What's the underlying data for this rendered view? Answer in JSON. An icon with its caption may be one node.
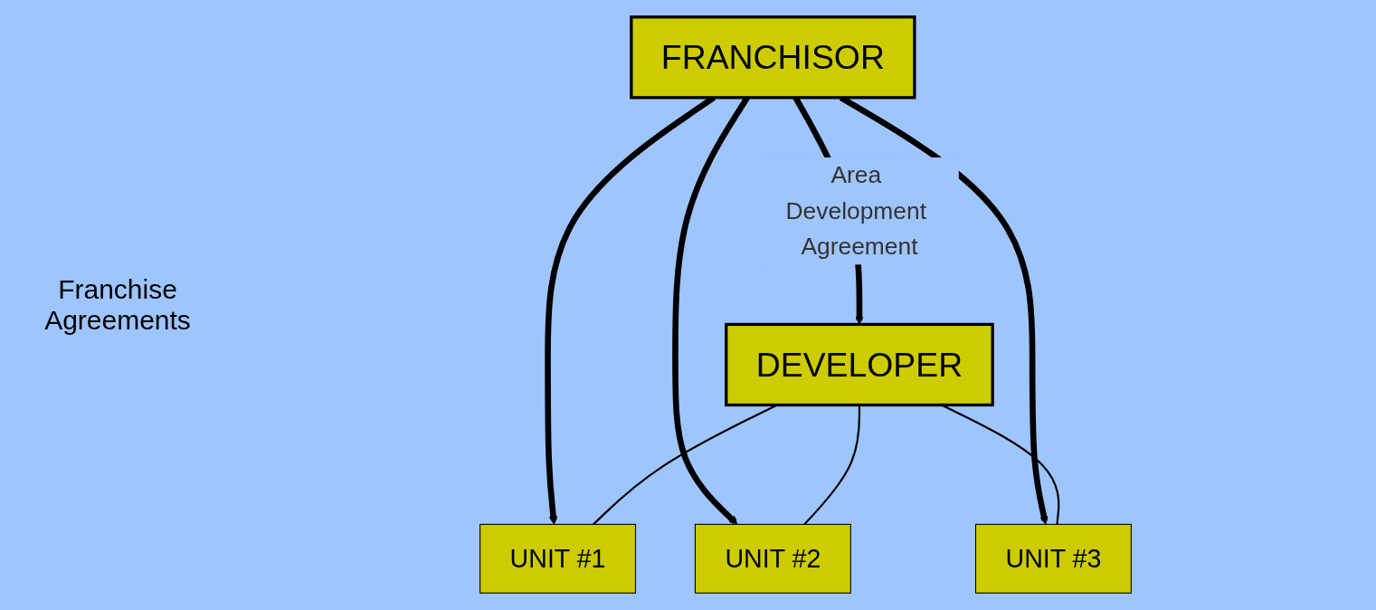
{
  "diagram": {
    "nodes": [
      {
        "text": [
          "FRANCHISOR"
        ]
      },
      {
        "text": [
          "DEVELOPER"
        ]
      },
      {
        "text": [
          "UNIT #3"
        ]
      },
      {
        "text": [
          "UNIT #2"
        ]
      },
      {
        "text": [
          "UNIT #1"
        ]
      }
    ],
    "edges": [
      {
        "from": 0,
        "to": 1,
        "arrow": "to",
        "label": "Area Development Agreement"
      },
      {
        "from": 0,
        "to": 2,
        "arrow": "to"
      },
      {
        "from": 0,
        "to": 3,
        "arrow": "to"
      },
      {
        "from": 0,
        "to": 4,
        "arrow": "to"
      },
      {
        "from": 1,
        "to": 4,
        "arrow": "none"
      },
      {
        "from": 1,
        "to": 3,
        "arrow": "none"
      },
      {
        "from": 1,
        "to": 2,
        "arrow": "none"
      }
    ],
    "labels": [
      "Franchise Agreements"
    ]
  }
}
